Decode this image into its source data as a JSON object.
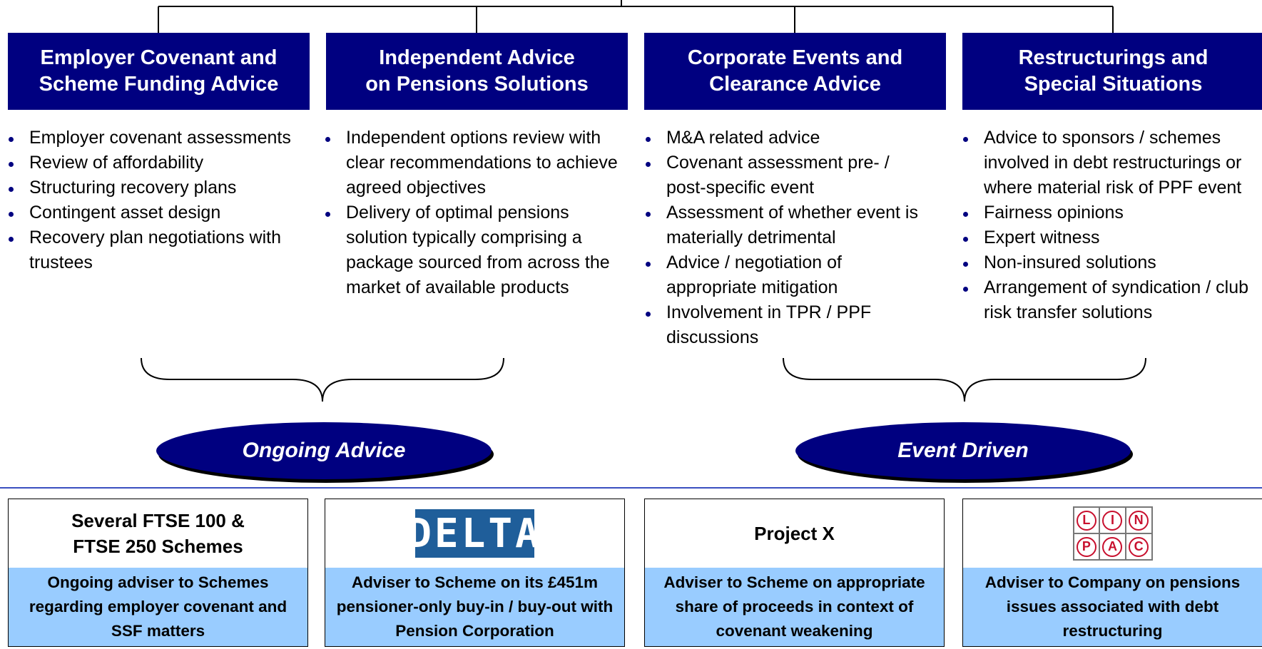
{
  "categories": [
    {
      "title": "Employer Covenant and\nScheme Funding Advice",
      "bullets": [
        "Employer covenant assessments",
        "Review of affordability",
        "Structuring recovery plans",
        "Contingent asset design",
        "Recovery plan negotiations with trustees"
      ]
    },
    {
      "title": "Independent Advice\non Pensions Solutions",
      "bullets": [
        "Independent options review with clear recommendations to achieve agreed objectives",
        "Delivery of optimal pensions solution typically comprising a package sourced from across the market of available products"
      ]
    },
    {
      "title": "Corporate Events and\nClearance Advice",
      "bullets": [
        "M&A related advice",
        "Covenant assessment pre- / post-specific event",
        "Assessment of whether event is materially detrimental",
        "Advice / negotiation of appropriate mitigation",
        "Involvement in TPR / PPF discussions"
      ]
    },
    {
      "title": "Restructurings and\nSpecial Situations",
      "bullets": [
        "Advice to sponsors / schemes involved in debt restructurings or where material risk of PPF event",
        "Fairness opinions",
        "Expert witness",
        "Non-insured solutions",
        "Arrangement of syndication / club risk transfer solutions"
      ]
    }
  ],
  "groups": {
    "left": "Ongoing Advice",
    "right": "Event Driven"
  },
  "cards": [
    {
      "title": "Several FTSE 100 &\nFTSE 250 Schemes",
      "description": "Ongoing adviser to Schemes\nregarding employer covenant and\nSSF matters"
    },
    {
      "logo_text": "DELTA",
      "description": "Adviser to Scheme on its £451m\npensioner-only buy-in / buy-out with\nPension Corporation"
    },
    {
      "title": "Project X",
      "description": "Adviser to Scheme on appropriate\nshare of proceeds in context of\ncovenant weakening"
    },
    {
      "logo_letters": [
        "L",
        "I",
        "N",
        "P",
        "A",
        "C"
      ],
      "description": "Adviser to Company on pensions\nissues associated with debt\nrestructuring"
    }
  ],
  "colors": {
    "header_bg": "#000080",
    "card_description_bg": "#99ccff",
    "divider": "#3a4fc0",
    "linpac_red": "#c8102e"
  }
}
